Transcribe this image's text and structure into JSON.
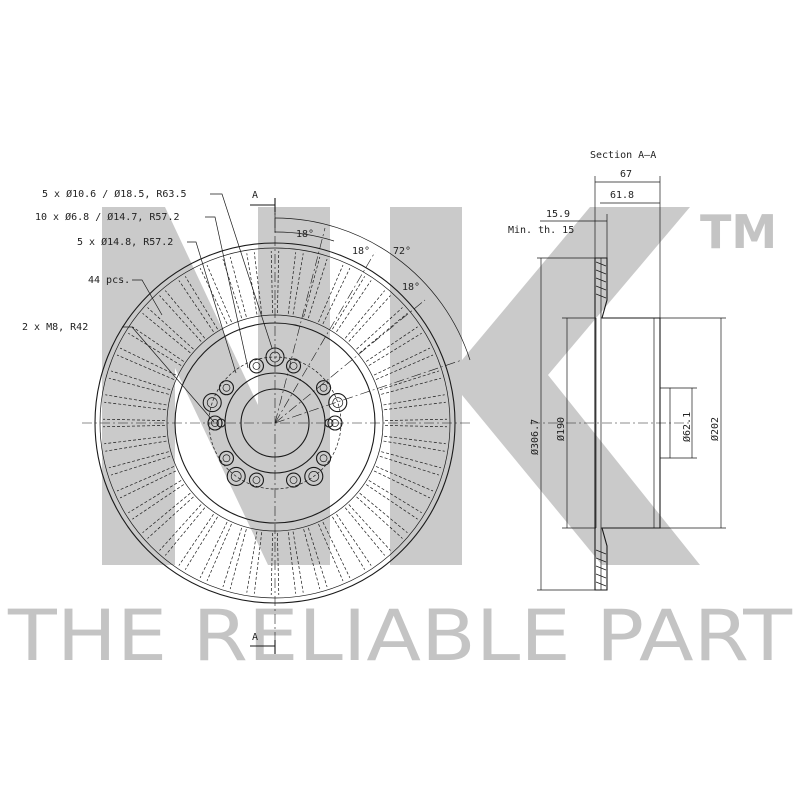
{
  "brand": {
    "logo_text": "NK",
    "trademark": "TM",
    "slogan": "THE RELIABLE PART",
    "watermark_color": "#c4c4c4"
  },
  "front_view": {
    "labels": {
      "bolt_holes_outer": "5 x Ø10.6 / Ø18.5, R63.5",
      "bolt_holes_inner": "10 x Ø6.8 / Ø14.7, R57.2",
      "holes_large": "5 x Ø14.8, R57.2",
      "vane_count": "44 pcs.",
      "threads": "2 x M8, R42"
    },
    "angles": [
      "18°",
      "18°",
      "72°",
      "18°"
    ],
    "section_marker": "A",
    "vanes": 44
  },
  "section_view": {
    "title": "Section A–A",
    "dims": {
      "overall_height": "67",
      "hat_depth": "61.8",
      "disc_thickness": "15.9",
      "min_thickness": "Min. th. 15",
      "outer_diameter": "Ø306.7",
      "hat_diameter": "Ø190",
      "bore_diameter": "Ø62.1",
      "outer_hat_diameter": "Ø202"
    }
  }
}
